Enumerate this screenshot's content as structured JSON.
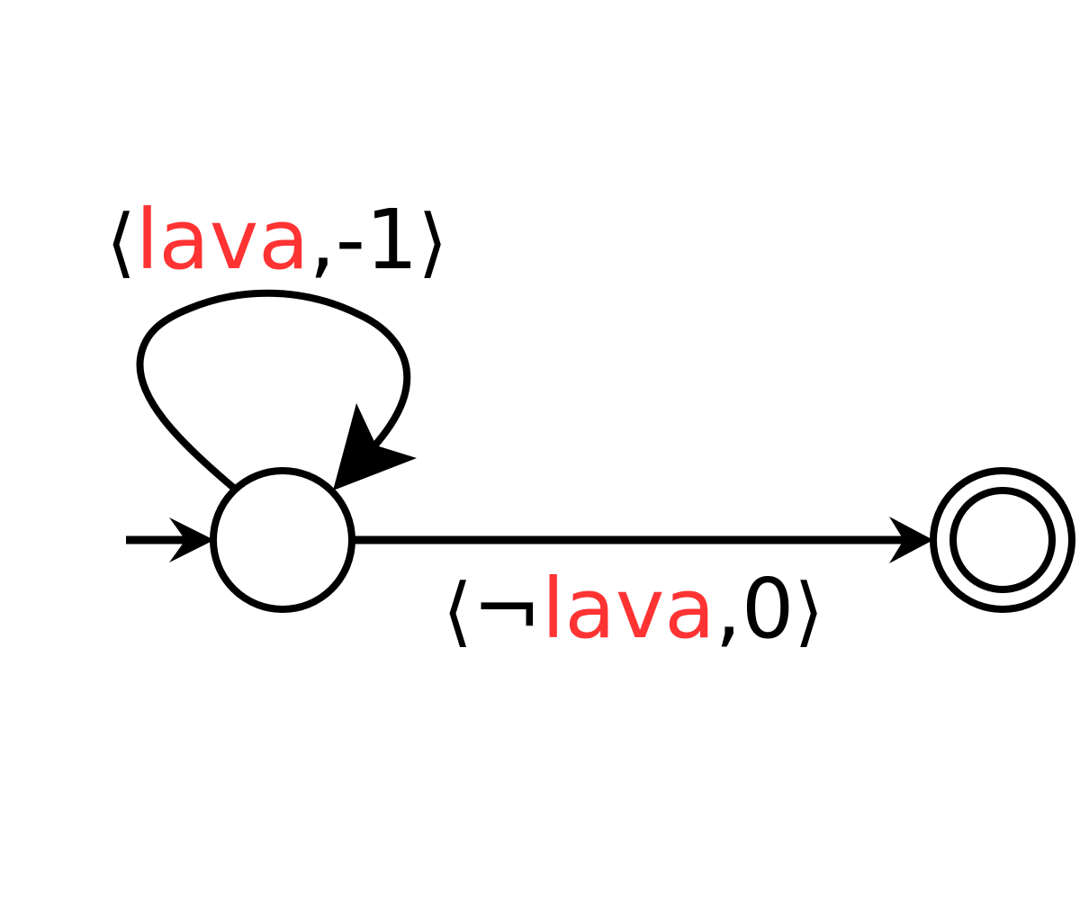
{
  "diagram": {
    "colors": {
      "stroke": "#000000",
      "highlight": "#ff3333",
      "text": "#000000"
    },
    "states": [
      {
        "id": "q0",
        "initial": true,
        "accepting": false
      },
      {
        "id": "q1",
        "initial": false,
        "accepting": true
      }
    ],
    "transitions": {
      "self_loop": {
        "from": "q0",
        "to": "q0",
        "open": "⟨",
        "prop": "lava",
        "comma": ",",
        "reward": "-1",
        "close": "⟩"
      },
      "main": {
        "from": "q0",
        "to": "q1",
        "open": "⟨",
        "neg": "¬",
        "prop": "lava",
        "comma": ",",
        "reward": "0",
        "close": "⟩"
      }
    }
  }
}
